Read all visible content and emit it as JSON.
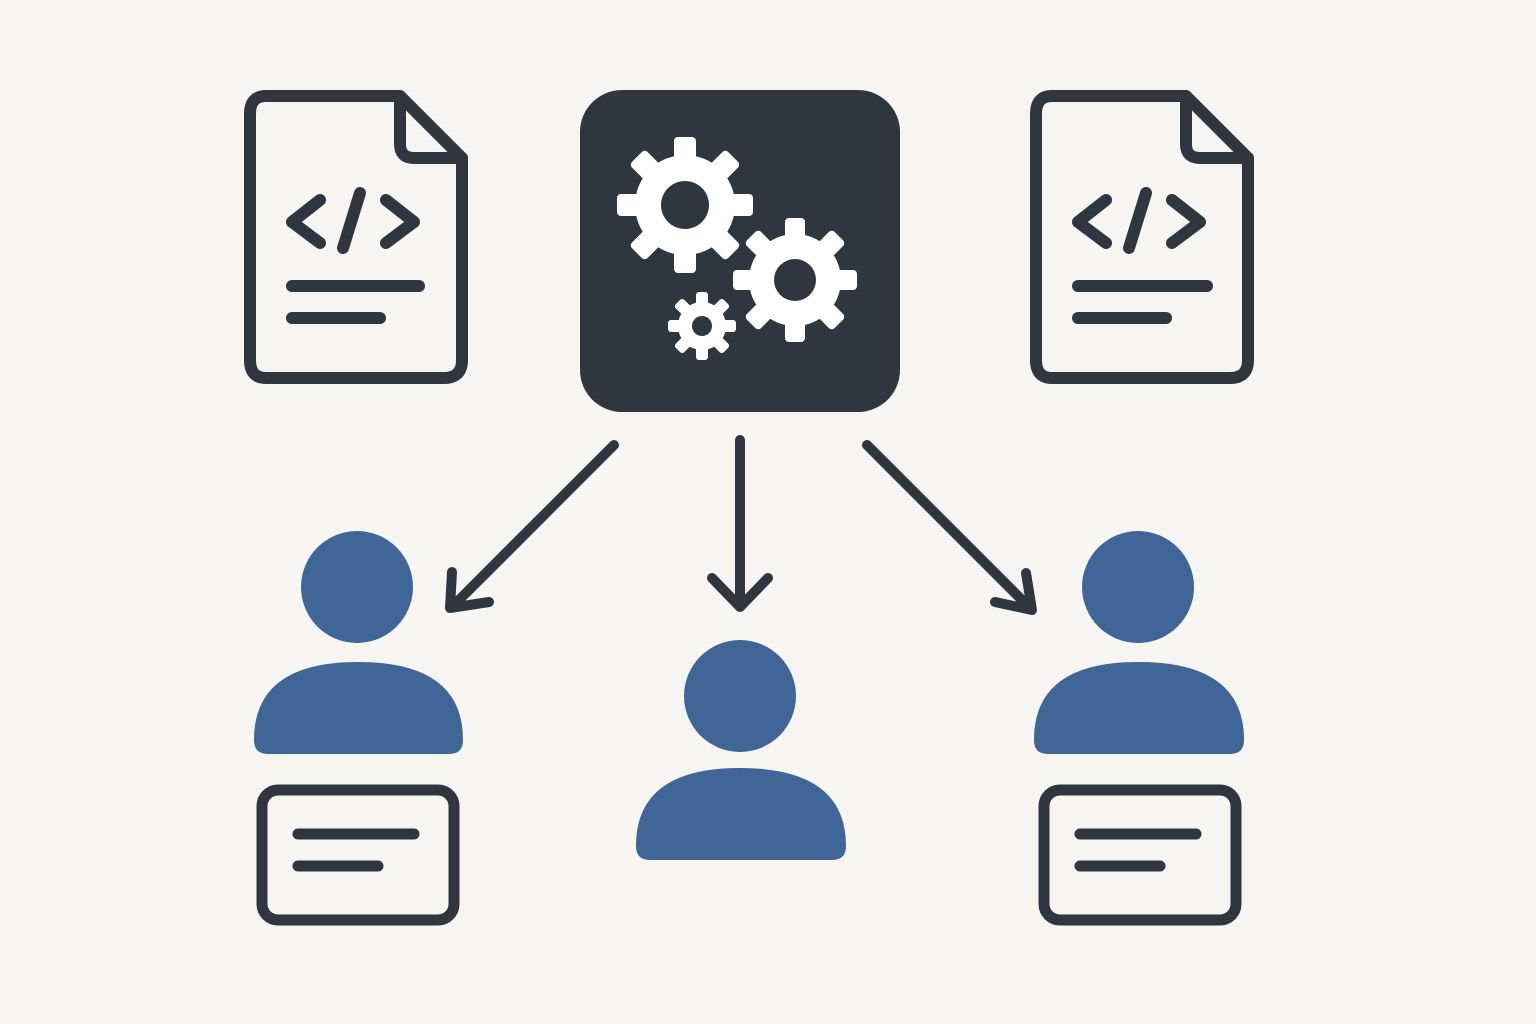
{
  "colors": {
    "background": "#f6f5f2",
    "ink": "#2f3640",
    "accent": "#3f6696",
    "white": "#ffffff"
  },
  "nodes": {
    "doc_left": {
      "icon": "code-file-icon",
      "glyph": "</>"
    },
    "processor": {
      "icon": "gears-icon"
    },
    "doc_right": {
      "icon": "code-file-icon",
      "glyph": "</>"
    },
    "user_left": {
      "icon": "user-icon",
      "card": "id-card-icon"
    },
    "user_center": {
      "icon": "user-icon"
    },
    "user_right": {
      "icon": "user-icon",
      "card": "id-card-icon"
    }
  },
  "edges": [
    {
      "from": "processor",
      "to": "user_left",
      "icon": "arrow-icon"
    },
    {
      "from": "processor",
      "to": "user_center",
      "icon": "arrow-icon"
    },
    {
      "from": "processor",
      "to": "user_right",
      "icon": "arrow-icon"
    }
  ]
}
